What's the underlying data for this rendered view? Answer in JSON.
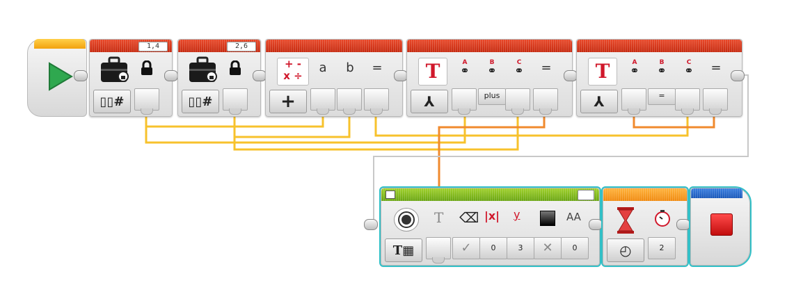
{
  "blocks": {
    "variable1": {
      "value": "1,4"
    },
    "variable2": {
      "value": "2,6"
    },
    "math": {
      "labels": [
        "a",
        "b",
        "="
      ]
    },
    "text1": {
      "labels": [
        "A",
        "B",
        "C",
        "="
      ],
      "param_b": "plus"
    },
    "text2": {
      "labels": [
        "A",
        "B",
        "C",
        "="
      ],
      "param_b": "="
    },
    "display": {
      "params": [
        "0",
        "3",
        "0"
      ],
      "label_y": "y",
      "label_aa": "AA"
    },
    "wait": {
      "param": "2"
    }
  },
  "colors": {
    "wire_yellow": "#f7c22c",
    "wire_orange": "#f08a2e",
    "wire_gray": "#c8c8c8",
    "selection": "#32c0c7"
  },
  "icons": [
    "start-triangle-icon",
    "briefcase-lock-icon",
    "padlock-icon",
    "book-number-icon",
    "math-ops-icon",
    "plus-icon",
    "text-t-icon",
    "merge-icon",
    "link-icon",
    "display-brick-icon",
    "text-grid-icon",
    "eraser-icon",
    "x-position-icon",
    "y-position-icon",
    "color-square-icon",
    "font-size-icon",
    "checkmark-icon",
    "cross-icon",
    "hourglass-icon",
    "stopwatch-icon",
    "stop-square-icon"
  ]
}
